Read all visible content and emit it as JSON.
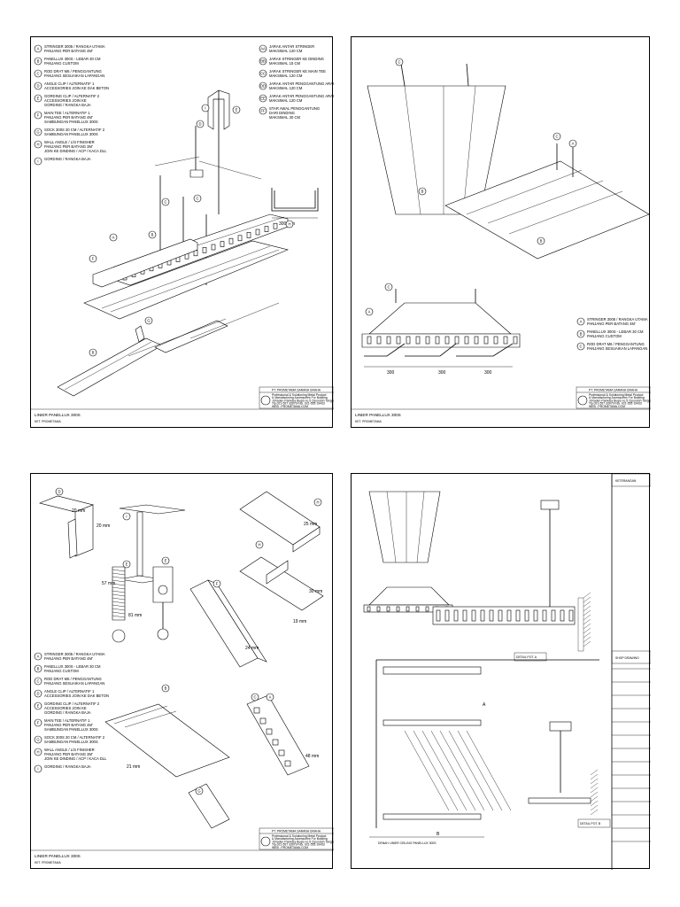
{
  "legend_full": [
    {
      "key": "A",
      "lines": [
        "STRINGER 3005 / RANGKA UTAMA",
        "PANJANG PER BATANG 4M'"
      ]
    },
    {
      "key": "B",
      "lines": [
        "PANELLUX 300S - LEBAR 30 CM",
        "PANJANG CUSTOM"
      ]
    },
    {
      "key": "C",
      "lines": [
        "ROD DRAT M6 / PENGGANTUNG",
        "PANJANG SESUAIKAN LAPANGAN"
      ]
    },
    {
      "key": "D",
      "lines": [
        "ANGLE CLIP / ALTERNATIF 1",
        "ACCESSORIES JOIN KE DAK BETON"
      ]
    },
    {
      "key": "E",
      "lines": [
        "GORDING CLIP / ALTERNATIF 2",
        "ACCESSORIES JOIN KE",
        "GORDING / RANGKA BAJA"
      ]
    },
    {
      "key": "F",
      "lines": [
        "MAIN TEE / ALTERNATIF 1",
        "PANJANG PER BATANG 4M'",
        "SAMBUNGAN PANELLUX 300S"
      ]
    },
    {
      "key": "G",
      "lines": [
        "SOCK 300S 20 CM / ALTERNATIF 2",
        "SAMBUNGAN PANELLUX 300S"
      ]
    },
    {
      "key": "H",
      "lines": [
        "WALL ANGLE / L/S FINISHER",
        "PANJANG PER BATANG 3M'",
        "JOIN KE DINDING / ACP / KACA DLL"
      ]
    },
    {
      "key": "I",
      "lines": [
        "GORDING / RANGKA BAJA"
      ]
    }
  ],
  "legend_dims": [
    {
      "key": "AA",
      "lines": [
        "JARAK ANTAR STRINGER",
        "MAKSIMAL 120 CM"
      ]
    },
    {
      "key": "BB",
      "lines": [
        "JARAK STRINGER KE DINDING",
        "MAKSIMAL 15 CM"
      ]
    },
    {
      "key": "CC",
      "lines": [
        "JARAK STRINGER KE MAIN TEE",
        "MAKSIMAL 120 CM"
      ]
    },
    {
      "key": "DD",
      "lines": [
        "JARAK ANTAR PENGGANTUNG ARAH X",
        "MAKSIMAL 120 CM"
      ]
    },
    {
      "key": "EE",
      "lines": [
        "JARAK ANTAR PENGGANTUNG ARAH Y",
        "MAKSIMAL 120 CM"
      ]
    },
    {
      "key": "FF",
      "lines": [
        "STAR AWAL PENGGANTUNG",
        "DARI DINDING",
        "MAKSIMAL 30 CM"
      ]
    }
  ],
  "legend_short": [
    {
      "key": "A",
      "lines": [
        "STRINGER 3005 / RANGKA UTAMA",
        "PANJANG PER BATANG 4M'"
      ]
    },
    {
      "key": "B",
      "lines": [
        "PANELLUX 300S - LEBAR 30 CM",
        "PANJANG CUSTOM"
      ]
    },
    {
      "key": "C",
      "lines": [
        "ROD DRAT M6 / PENGGANTUNG",
        "PANJANG SESUAIKAN LAPANGAN"
      ]
    }
  ],
  "title_block": {
    "company": "PT. PROMETAMA SARANA GRAHA",
    "tag1": "Professional & Solutioning Metal Product",
    "tag2": "& Manufacturing Accessories For Building",
    "addr": "Jl.Raden Pariwisa Bugis no.5 Cipondoh Tangerang",
    "phone": "Tlp.021-557 33979  Fax. 021-555 19433",
    "web": "WEB : PROMETAMA.COM",
    "sheet_title": "LINIER PANELLUX 300S",
    "sheet_ref": "KET. PROMETAMA"
  },
  "dim_labels": {
    "profile_width": "300 mm",
    "span1": "300",
    "span2": "300",
    "span3": "300",
    "m1": "20 mm",
    "m2": "20 mm",
    "m3": "57 mm",
    "m4": "81 mm",
    "m5": "25 mm",
    "m6": "30 mm",
    "m7": "24 mm",
    "m8": "21 mm",
    "m9": "48 mm",
    "m10": "19 mm"
  },
  "shop": {
    "header": "KETERANGAN",
    "drawing": "SHOP DRAWING",
    "detail_a": "DETAIL POT. A",
    "detail_b": "DETAIL POT. B",
    "plan_label": "DENAH LINIER CEILING PANELLUX 300S",
    "mark": "A",
    "mark_b": "B"
  }
}
